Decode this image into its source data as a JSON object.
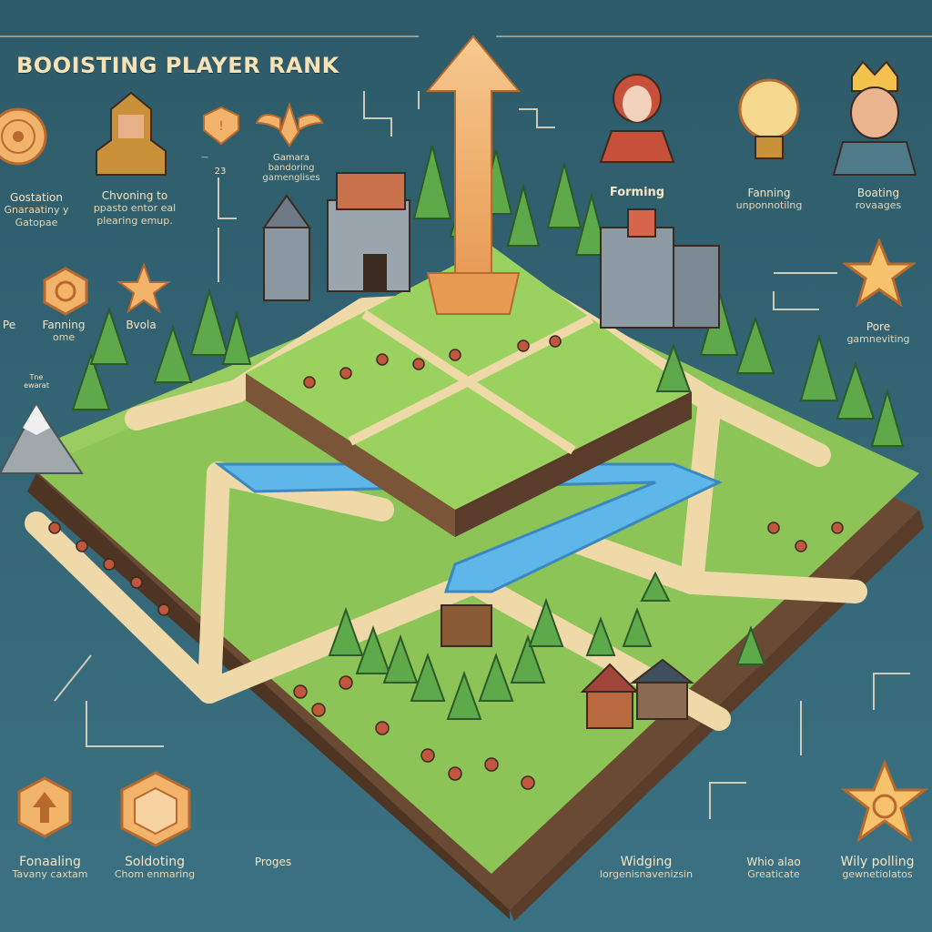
{
  "title": "BOOISTING PLAYER RANK",
  "palette": {
    "background": "#2f5f6e",
    "grass": "#8cc457",
    "path": "#f0d9a8",
    "river": "#5fb6e8",
    "accent": "#f2b36b",
    "outline": "#3b2a20",
    "text": "#f4e6c8"
  },
  "captions": {
    "top_left_1": {
      "line1": "Gostation",
      "line2": "Gnaraatiny y",
      "line3": "Gatopae"
    },
    "top_left_2": {
      "line1": "Chvoning to",
      "line2": "ppasto entor eal",
      "line3": "plearing emup."
    },
    "top_small": {
      "line1": "Gamara",
      "line2": "bandoring",
      "line3": "gamenglises"
    },
    "top_small_num": "23",
    "farming_top": "Forming",
    "farming_mid": {
      "line1": "Fanning",
      "line2": "unponnotilng"
    },
    "boosting_top": {
      "line1": "Boating",
      "line2": "rovaages"
    },
    "left_mid_1": "Pe",
    "left_mid_2": {
      "line1": "Fanning",
      "line2": "ome"
    },
    "left_mid_3": "Bvola",
    "left_small": {
      "line1": "Tne",
      "line2": "ewarat"
    },
    "right_mid": {
      "line1": "Pore",
      "line2": "gamneviting"
    },
    "bottom_1": {
      "line1": "Fonaaling",
      "line2": "Tavany caxtam"
    },
    "bottom_2": {
      "line1": "Soldoting",
      "line2": "Chom enmaring"
    },
    "bottom_3": "Proges",
    "bottom_4": {
      "line1": "Widging",
      "line2": "lorgenisnavenizsin"
    },
    "bottom_5": {
      "line1": "Whio alao",
      "line2": "Greaticate"
    },
    "bottom_6": {
      "line1": "Wily polling",
      "line2": "gewnetiolatos"
    }
  },
  "icons": [
    "target-web-icon",
    "knight-portrait-icon",
    "shield-badge-icon",
    "winged-emblem-icon",
    "up-arrow-icon",
    "woman-portrait-icon",
    "lightbulb-icon",
    "king-portrait-icon",
    "hexagon-badge-icon",
    "star-badge-icon",
    "shield-arrow-icon",
    "crest-badge-icon",
    "star-gold-icon"
  ]
}
